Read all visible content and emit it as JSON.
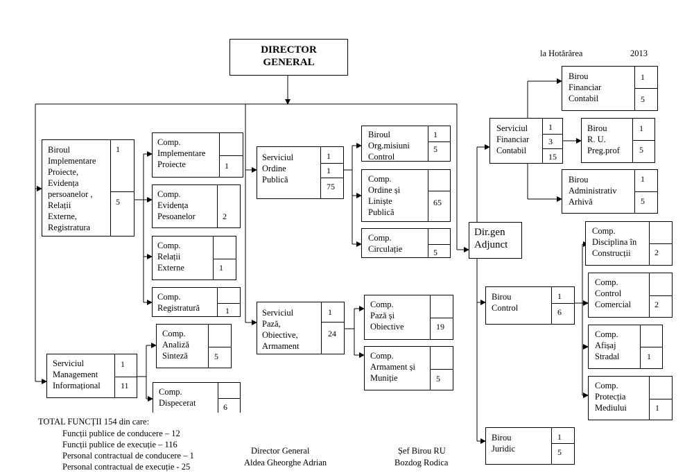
{
  "header": {
    "decision_text": "la Hotărârea",
    "year": "2013"
  },
  "director": {
    "title": "DIRECTOR\nGENERAL"
  },
  "left_units": {
    "birou_ip": {
      "name": "Biroul\nImplementare\nProiecte,\nEvidența\npersoanelor ,\nRelații\nExterne,\nRegistratura",
      "n1": "1",
      "n2": "5"
    },
    "comp_ip": {
      "name": "Comp.\nImplementare\nProiecte",
      "n": "1"
    },
    "comp_ep": {
      "name": "Comp.\nEvidența\nPesoanelor",
      "n": "2"
    },
    "comp_re": {
      "name": "Comp.\nRelații\nExterne",
      "n": "1"
    },
    "comp_reg": {
      "name": "Comp.\nRegistratură",
      "n": "1"
    },
    "serv_mi": {
      "name": "Serviciul\nManagement\nInformațional",
      "n1": "1",
      "n2": "11"
    },
    "comp_as": {
      "name": "Comp.\nAnaliză\nSinteză",
      "n": "5"
    },
    "comp_disp": {
      "name": "Comp.\nDispecerat",
      "n": "6"
    }
  },
  "middle_units": {
    "serv_op": {
      "name": "Serviciul\nOrdine\nPublică",
      "n1": "1",
      "n2": "1",
      "n3": "75"
    },
    "birou_om": {
      "name": "Biroul\nOrg.misiuni\nControl",
      "n1": "1",
      "n2": "5"
    },
    "comp_olp": {
      "name": "Comp.\nOrdine și\nLiniște\nPublică",
      "n": "65"
    },
    "comp_circ": {
      "name": "Comp.\nCirculație",
      "n": "5"
    },
    "serv_poa": {
      "name": "Serviciul\nPază,\nObiective,\nArmament",
      "n1": "1",
      "n2": "24"
    },
    "comp_po": {
      "name": "Comp.\nPază și\nObiective",
      "n": "19"
    },
    "comp_am": {
      "name": "Comp.\nArmament și\nMuniție",
      "n": "5"
    }
  },
  "right_units": {
    "adjunct": {
      "name": "Dir.gen\nAdjunct"
    },
    "serv_fc": {
      "name": "Serviciul\nFinanciar\nContabil",
      "n1": "1",
      "n2": "3",
      "n3": "15"
    },
    "birou_fc": {
      "name": "Birou\nFinanciar\nContabil",
      "n1": "1",
      "n2": "5"
    },
    "birou_ru": {
      "name": "Birou\nR. U.\nPreg.prof",
      "n1": "1",
      "n2": "5"
    },
    "birou_aa": {
      "name": "Birou\nAdministrativ\nArhivă",
      "n1": "1",
      "n2": "5"
    },
    "birou_ctrl": {
      "name": "Birou\nControl",
      "n1": "1",
      "n2": "6"
    },
    "comp_dc": {
      "name": "Comp.\nDisciplina în\nConstrucții",
      "n": "2"
    },
    "comp_cc": {
      "name": "Comp.\nControl\nComercial",
      "n": "2"
    },
    "comp_as2": {
      "name": "Comp.\nAfișaj\nStradal",
      "n": "1"
    },
    "comp_pm": {
      "name": "Comp.\nProtecția\nMediului",
      "n": "1"
    },
    "birou_jur": {
      "name": "Birou\nJuridic",
      "n1": "1",
      "n2": "5"
    }
  },
  "footer": {
    "total": "TOTAL FUNCȚII 154 din care:",
    "lines": [
      "Funcții publice de conducere  – 12",
      "Funcții publice de execuție  – 116",
      "Personal contractual de conducere  – 1",
      "Personal contractual de execuție  - 25"
    ],
    "dg_title": "Director General",
    "dg_name": "Aldea Gheorghe Adrian",
    "ru_title": "Șef Birou RU",
    "ru_name": "Bozdog Rodica"
  }
}
